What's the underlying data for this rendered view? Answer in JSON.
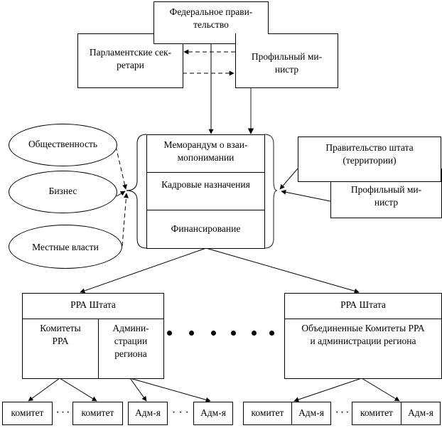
{
  "federal_government": {
    "line1": "Федеральное прави-",
    "line2": "тельство"
  },
  "parliamentary_secretaries": {
    "line1": "Парламентские сек-",
    "line2": "ретари"
  },
  "profile_minister_top": {
    "line1": "Профильный ми-",
    "line2": "нистр"
  },
  "public_groups": [
    {
      "label": "Общественность"
    },
    {
      "label": "Бизнес"
    },
    {
      "label": "Местные власти"
    }
  ],
  "center_block": {
    "memorandum": {
      "line1": "Меморандум о взаи-",
      "line2": "мопонимании"
    },
    "appointments": "Кадровые назначения",
    "financing": "Финансирование"
  },
  "state_government": {
    "line1": "Правительство штата",
    "line2": "(территории)"
  },
  "profile_minister_state": {
    "line1": "Профильный ми-",
    "line2": "нистр"
  },
  "rpa_left": {
    "header": "РРА Штата",
    "committees": {
      "line1": "Комитеты",
      "line2": "РРА"
    },
    "administrations": {
      "line1": "Админи-",
      "line2": "страции",
      "line3": "региона"
    }
  },
  "rpa_right": {
    "header": "РРА Штата",
    "body": {
      "line1": "Объединенные Комитеты РРА",
      "line2": "и администрации региона"
    }
  },
  "bottom_left": [
    {
      "label": "комитет"
    },
    {
      "label": "комитет"
    },
    {
      "label": "Адм-я"
    },
    {
      "label": "Адм-я"
    }
  ],
  "bottom_right": [
    {
      "label": "комитет"
    },
    {
      "label": "Адм-я"
    },
    {
      "label": "комитет"
    },
    {
      "label": "Адм-я"
    }
  ],
  "ellipsis_small": "· · ·"
}
